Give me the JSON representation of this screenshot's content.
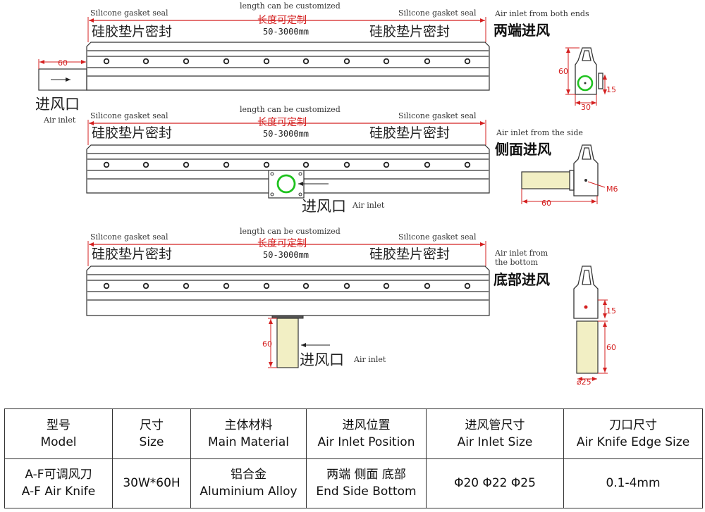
{
  "diagrams": [
    {
      "gasket_left_en": "Silicone gasket seal",
      "length_en": "length can be customized",
      "gasket_right_en": "Silicone gasket seal",
      "gasket_left_cn": "硅胶垫片密封",
      "length_cn": "长度可定制",
      "gasket_right_cn": "硅胶垫片密封",
      "length_range": "50-3000mm",
      "inlet_pos_en": "Air inlet from both ends",
      "inlet_pos_cn": "两端进风",
      "inlet_cn": "进风口",
      "inlet_en": "Air inlet",
      "dim_pipe": "60",
      "dim_height": "60",
      "dim_offset": "15",
      "dim_width": "30"
    },
    {
      "gasket_left_en": "Silicone gasket seal",
      "length_en": "length can be customized",
      "gasket_right_en": "Silicone gasket seal",
      "gasket_left_cn": "硅胶垫片密封",
      "length_cn": "长度可定制",
      "gasket_right_cn": "硅胶垫片密封",
      "length_range": "50-3000mm",
      "inlet_pos_en": "Air inlet from the side",
      "inlet_pos_cn": "侧面进风",
      "inlet_cn": "进风口",
      "inlet_en": "Air inlet",
      "dim_thread": "M6",
      "dim_pipe": "60"
    },
    {
      "gasket_left_en": "Silicone gasket seal",
      "length_en": "length can be customized",
      "gasket_right_en": "Silicone gasket seal",
      "gasket_left_cn": "硅胶垫片密封",
      "length_cn": "长度可定制",
      "gasket_right_cn": "硅胶垫片密封",
      "length_range": "50-3000mm",
      "inlet_pos_en_1": "Air inlet from",
      "inlet_pos_en_2": "the bottom",
      "inlet_pos_cn": "底部进风",
      "inlet_cn": "进风口",
      "inlet_en": "Air inlet",
      "dim_pipe": "60",
      "dim_offset": "15",
      "dim_height": "60",
      "dim_diameter": "⌀25"
    }
  ],
  "table": {
    "headers": [
      {
        "cn": "型号",
        "en": "Model"
      },
      {
        "cn": "尺寸",
        "en": "Size"
      },
      {
        "cn": "主体材料",
        "en": "Main Material"
      },
      {
        "cn": "进风位置",
        "en": "Air Inlet Position"
      },
      {
        "cn": "进风管尺寸",
        "en": "Air Inlet Size"
      },
      {
        "cn": "刀口尺寸",
        "en": "Air Knife Edge Size"
      }
    ],
    "row": [
      {
        "l1": "A-F可调风刀",
        "l2": "A-F Air Knife"
      },
      {
        "l1": "30W*60H",
        "l2": ""
      },
      {
        "l1": "铝合金",
        "l2": "Aluminium Alloy"
      },
      {
        "l1": "两端 侧面 底部",
        "l2": "End Side Bottom"
      },
      {
        "l1": "Φ20 Φ22 Φ25",
        "l2": ""
      },
      {
        "l1": "0.1-4mm",
        "l2": ""
      }
    ]
  },
  "colors": {
    "dimension": "#d42020",
    "outline": "#333333",
    "pipe_fill": "#f2efc4",
    "inlet_ring": "#1fc21f",
    "text": "#111111"
  }
}
